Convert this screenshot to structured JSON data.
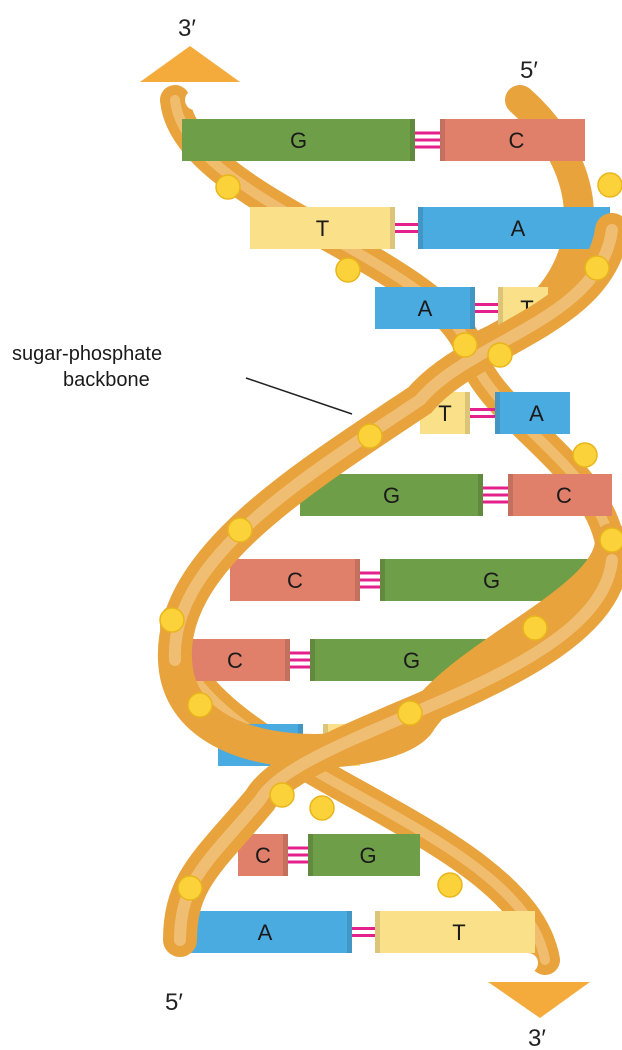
{
  "labels": {
    "end_top_left": "3′",
    "end_top_right": "5′",
    "end_bottom_left": "5′",
    "end_bottom_right": "3′",
    "callout_line1": "sugar-phosphate",
    "callout_line2": "backbone"
  },
  "base_pairs": [
    {
      "left": "G",
      "right": "C"
    },
    {
      "left": "T",
      "right": "A"
    },
    {
      "left": "A",
      "right": "T"
    },
    {
      "left": "T",
      "right": "A"
    },
    {
      "left": "G",
      "right": "C"
    },
    {
      "left": "C",
      "right": "G"
    },
    {
      "left": "C",
      "right": "G"
    },
    {
      "left": "A",
      "right": "T"
    },
    {
      "left": "C",
      "right": "G"
    },
    {
      "left": "A",
      "right": "T"
    }
  ],
  "colors": {
    "G": "#6f9e48",
    "C": "#e0806b",
    "A": "#4aabe0",
    "T": "#fbe08a",
    "hydrogen_bond": "#e4208c",
    "backbone_main": "#e8a33d",
    "backbone_light": "#f3c785",
    "phosphate": "#fbd23a",
    "arrow": "#f5ab3c"
  }
}
